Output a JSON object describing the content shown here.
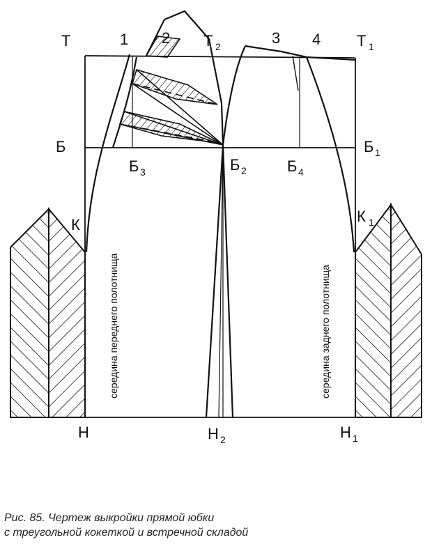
{
  "labels": {
    "T": "Т",
    "T1": "Т",
    "T1_sub": "1",
    "T2": "Т",
    "T2_sub": "2",
    "n1": "1",
    "n2": "2",
    "n3": "3",
    "n4": "4",
    "B": "Б",
    "B1": "Б",
    "B1_sub": "1",
    "B2": "Б",
    "B2_sub": "2",
    "B3": "Б",
    "B3_sub": "3",
    "B4": "Б",
    "B4_sub": "4",
    "K": "К",
    "K1": "К",
    "K1_sub": "1",
    "H": "Н",
    "H1": "Н",
    "H1_sub": "1",
    "H2": "Н",
    "H2_sub": "2"
  },
  "vertical_text": {
    "front": "середина переднего полотнища",
    "back": "середина заднего полотнища"
  },
  "caption": {
    "line1": "Рис. 85. Чертеж выкройки прямой юбки",
    "line2": "с треугольной кокеткой и встречной складой"
  },
  "colors": {
    "ink": "#111111",
    "background": "#ffffff"
  }
}
